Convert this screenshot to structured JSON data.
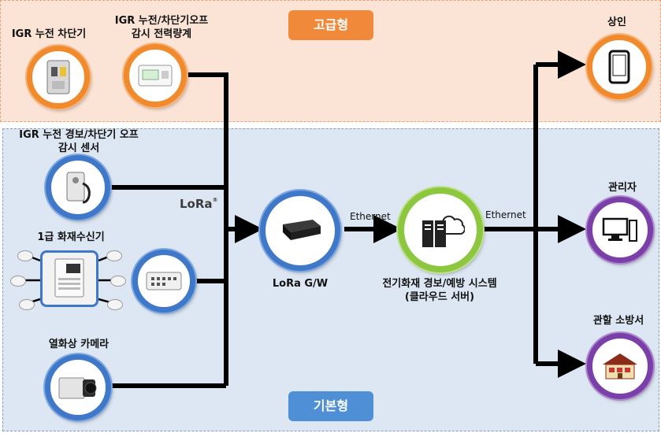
{
  "tiers": {
    "premium": "고급형",
    "basic": "기본형"
  },
  "nodes": {
    "igr_breaker": "IGR 누전 차단기",
    "power_meter": "IGR 누전/차단기오프\n감시 전력량계",
    "alarm_sensor": "IGR 누전 경보/차단기 오프\n감시 센서",
    "fire_receiver": "1급 화재수신기",
    "thermal_camera": "열화상 카메라",
    "gateway": "LoRa G/W",
    "system": "전기화재 경보/예방 시스템\n(클라우드 서버)",
    "merchant": "상인",
    "manager": "관리자",
    "fire_station": "관할 소방서"
  },
  "links": {
    "eth1": "Ethernet",
    "eth2": "Ethernet"
  },
  "lora_logo": {
    "text": "LoRa",
    "mark": "®"
  },
  "colors": {
    "premium_bg": "#fbe4d5",
    "basic_bg": "#dde7f3",
    "orange": "#f08a2c",
    "blue": "#3f78c8",
    "green": "#8dc63f",
    "purple": "#7a3fa8"
  }
}
